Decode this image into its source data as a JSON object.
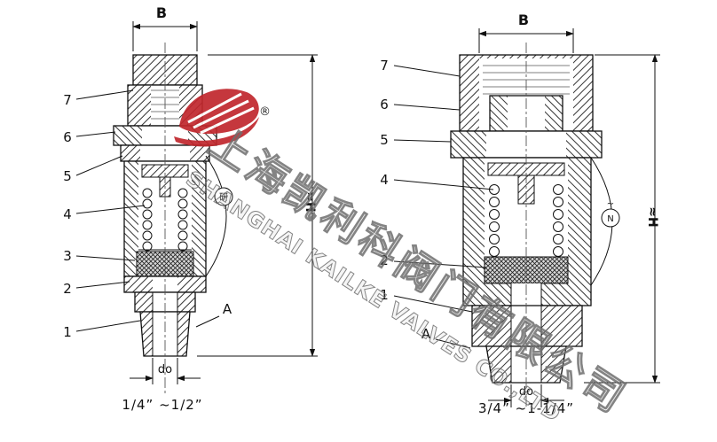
{
  "watermark": {
    "chinese": "上海凯利科阀门有限公司",
    "english": "SHANGHAI KAILKE VALVES CO.,LTD",
    "registered": "®",
    "logo_color": "#c1272d"
  },
  "left": {
    "caption": "1/4” ~1/2”",
    "dim_b": "B",
    "dim_h": "≈H",
    "dim_do": "do",
    "label_a": "A",
    "parts": [
      "7",
      "6",
      "5",
      "4",
      "3",
      "2",
      "1"
    ],
    "surface_mark": "研"
  },
  "right": {
    "caption": "3/4” ~1-1/4”",
    "dim_b": "B",
    "dim_h": "≈H",
    "dim_do": "do",
    "label_a": "A",
    "parts": [
      "7",
      "6",
      "5",
      "4",
      "2",
      "1"
    ],
    "surface_mark": "N",
    "mark_wave": "~"
  }
}
